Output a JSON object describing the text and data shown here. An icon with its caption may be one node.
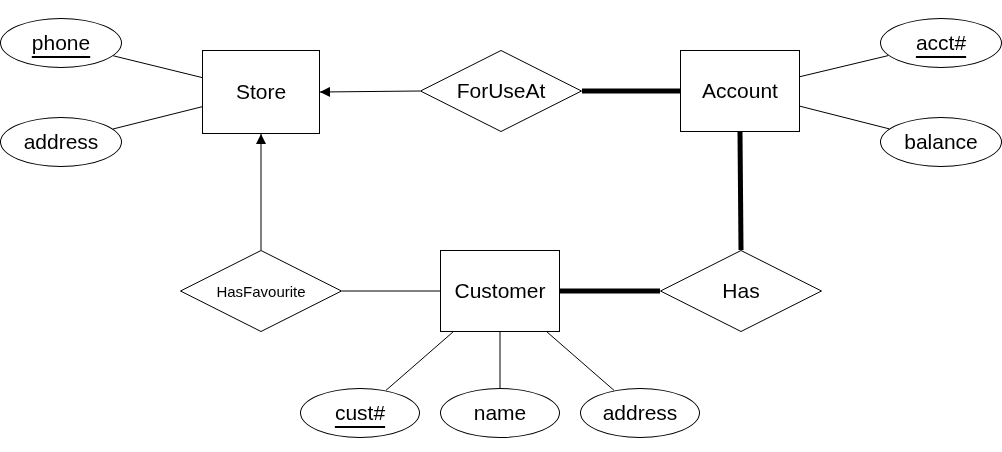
{
  "diagram": {
    "nodes": [
      {
        "text": [
          "phone"
        ]
      },
      {
        "text": [
          "address"
        ]
      },
      {
        "text": [
          "Store"
        ]
      },
      {
        "text": [
          "ForUseAt"
        ]
      },
      {
        "text": [
          "Account"
        ]
      },
      {
        "text": [
          "acct#"
        ]
      },
      {
        "text": [
          "balance"
        ]
      },
      {
        "text": [
          "HasFavourite"
        ]
      },
      {
        "text": [
          "Customer"
        ]
      },
      {
        "text": [
          "Has"
        ]
      },
      {
        "text": [
          "cust#"
        ]
      },
      {
        "text": [
          "name"
        ]
      },
      {
        "text": [
          "address"
        ]
      }
    ],
    "edges": [
      {
        "from": 0,
        "to": 2,
        "arrow": "none"
      },
      {
        "from": 1,
        "to": 2,
        "arrow": "none"
      },
      {
        "from": 3,
        "to": 2,
        "arrow": "to"
      },
      {
        "from": 3,
        "to": 4,
        "arrow": "none",
        "style": "thick"
      },
      {
        "from": 4,
        "to": 5,
        "arrow": "none"
      },
      {
        "from": 4,
        "to": 6,
        "arrow": "none"
      },
      {
        "from": 4,
        "to": 9,
        "arrow": "none",
        "style": "thick"
      },
      {
        "from": 7,
        "to": 2,
        "arrow": "to"
      },
      {
        "from": 7,
        "to": 8,
        "arrow": "none"
      },
      {
        "from": 8,
        "to": 9,
        "arrow": "none",
        "style": "thick"
      },
      {
        "from": 8,
        "to": 10,
        "arrow": "none"
      },
      {
        "from": 8,
        "to": 11,
        "arrow": "none"
      },
      {
        "from": 8,
        "to": 12,
        "arrow": "none"
      }
    ]
  }
}
